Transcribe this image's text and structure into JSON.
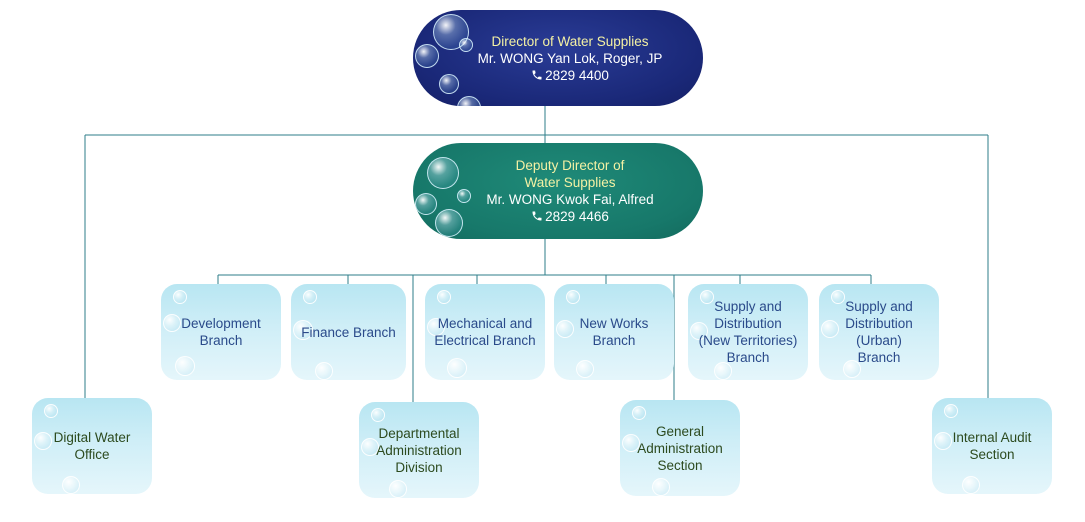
{
  "director": {
    "title": "Director of Water Supplies",
    "name": "Mr. WONG Yan Lok, Roger, JP",
    "phone": "2829 4400"
  },
  "deputy": {
    "title_line1": "Deputy Director of",
    "title_line2": "Water Supplies",
    "name": "Mr. WONG Kwok Fai, Alfred",
    "phone": "2829 4466"
  },
  "branches": {
    "development": [
      "Development",
      "Branch"
    ],
    "finance": [
      "Finance Branch"
    ],
    "mechanical": [
      "Mechanical and",
      "Electrical Branch"
    ],
    "new_works": [
      "New Works",
      "Branch"
    ],
    "supply_nt": [
      "Supply and",
      "Distribution",
      "(New Territories)",
      "Branch"
    ],
    "supply_urban": [
      "Supply and",
      "Distribution",
      "(Urban)",
      "Branch"
    ]
  },
  "offices": {
    "digital_water": [
      "Digital Water Office"
    ],
    "departmental_admin": [
      "Departmental",
      "Administration",
      "Division"
    ],
    "general_admin": [
      "General",
      "Administration",
      "Section"
    ],
    "internal_audit": [
      "Internal Audit",
      "Section"
    ]
  },
  "colors": {
    "director_fill": "#1a2878",
    "deputy_fill": "#17786a",
    "title_text": "#f4f1a4",
    "connector": "#2e7d8a",
    "branch_text": "#2a4a8a",
    "office_text": "#2c4a1e"
  },
  "icons": {
    "phone": "phone-icon",
    "decoration": "water-bubble-icon"
  }
}
